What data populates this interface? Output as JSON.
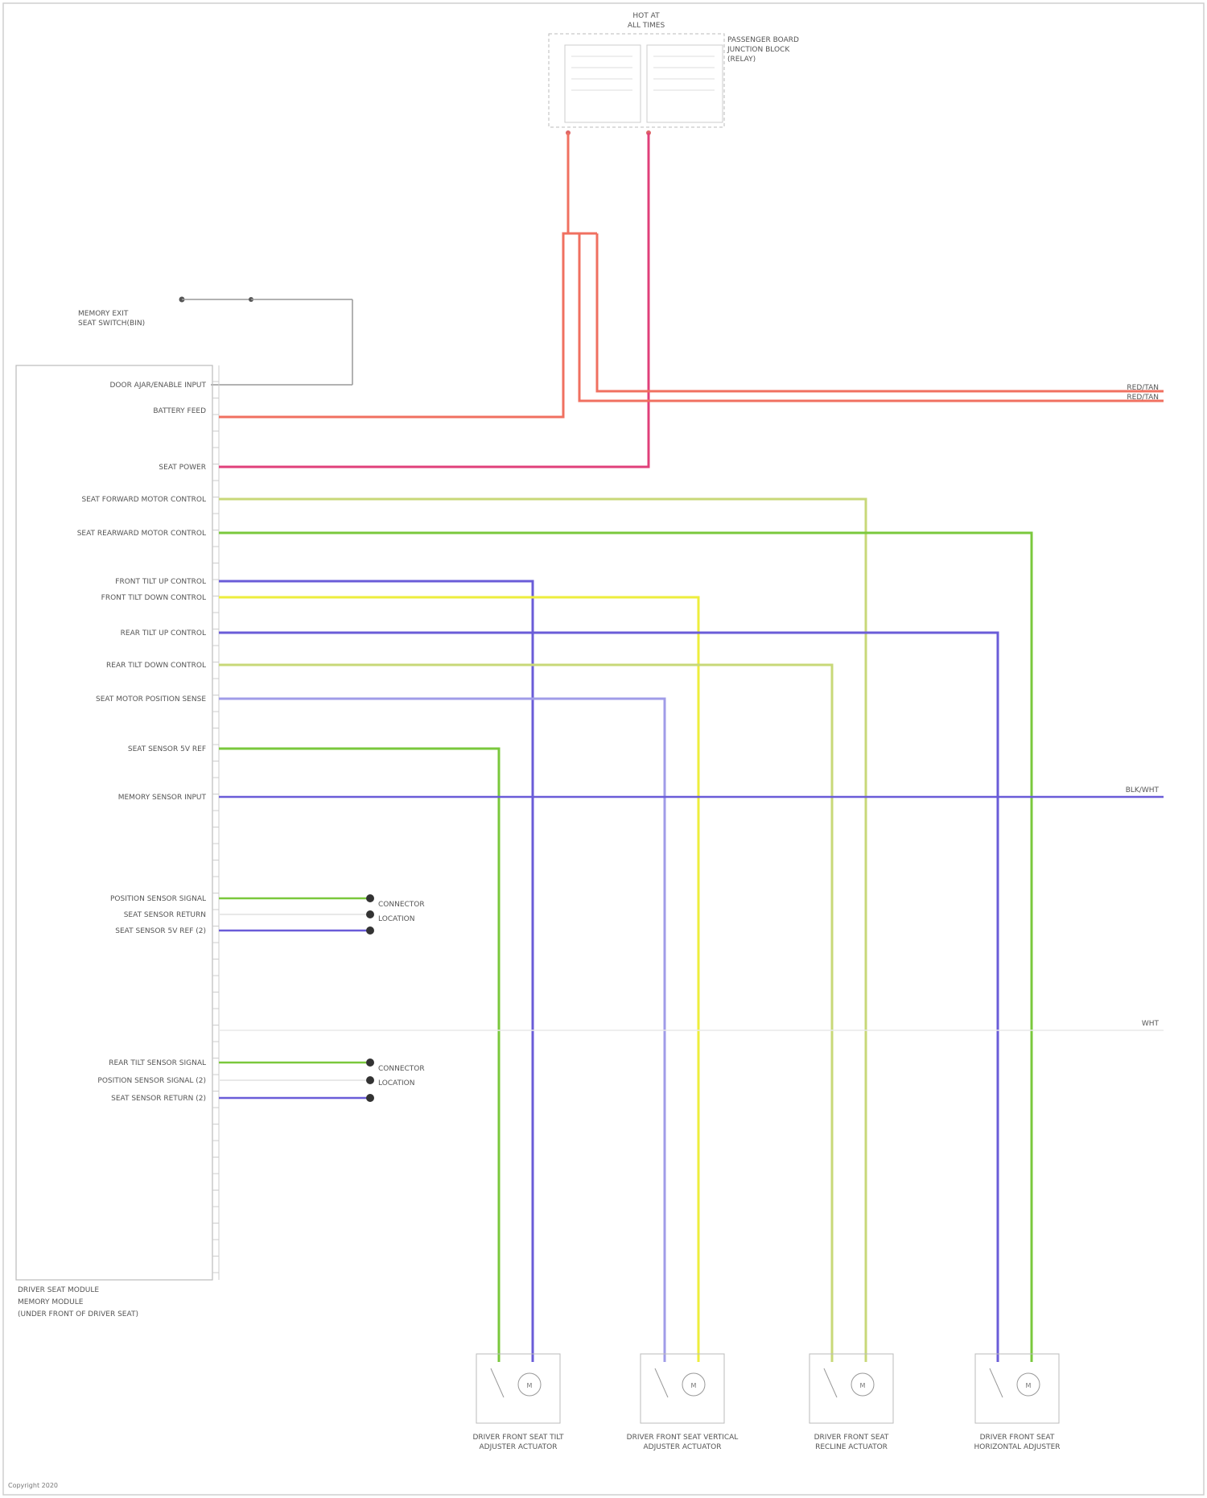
{
  "diagram": {
    "module": {
      "caption": [
        "DRIVER SEAT MODULE",
        "MEMORY MODULE",
        "(UNDER FRONT OF DRIVER SEAT)"
      ]
    },
    "fuse": {
      "title": [
        "HOT AT",
        "ALL TIMES"
      ],
      "side_caption": [
        "PASSENGER BOARD",
        "JUNCTION BLOCK",
        "(RELAY)"
      ]
    },
    "ignition": {
      "label": [
        "MEMORY EXIT",
        "SEAT SWITCH(BIN)"
      ]
    },
    "pin_labels": [
      "DOOR AJAR/ENABLE INPUT",
      "BATTERY FEED",
      "SEAT POWER",
      "SEAT FORWARD MOTOR CONTROL",
      "SEAT REARWARD MOTOR CONTROL",
      "FRONT TILT UP CONTROL",
      "FRONT TILT DOWN CONTROL",
      "REAR TILT UP CONTROL",
      "REAR TILT DOWN CONTROL",
      "SEAT MOTOR POSITION SENSE",
      "SEAT SENSOR 5V REF",
      "MEMORY SENSOR INPUT",
      "POSITION SENSOR SIGNAL",
      "SEAT SENSOR RETURN",
      "SEAT SENSOR 5V REF (2)",
      "REAR TILT SENSOR SIGNAL",
      "POSITION SENSOR SIGNAL (2)",
      "SEAT SENSOR RETURN (2)"
    ],
    "connector_labels": [
      [
        "CONNECTOR",
        "LOCATION"
      ],
      [
        "CONNECTOR",
        "LOCATION"
      ]
    ],
    "right_labels": [
      "RED/TAN",
      "RED/TAN",
      "BLK/WHT",
      "WHT"
    ],
    "motors": [
      [
        "DRIVER FRONT SEAT TILT",
        "ADJUSTER ACTUATOR"
      ],
      [
        "DRIVER FRONT SEAT VERTICAL",
        "ADJUSTER ACTUATOR"
      ],
      [
        "DRIVER FRONT SEAT",
        "RECLINE ACTUATOR"
      ],
      [
        "DRIVER FRONT SEAT",
        "HORIZONTAL ADJUSTER"
      ]
    ],
    "footer": "Copyright 2020",
    "colors": {
      "red": "#f07060",
      "pink": "#e0407a",
      "yellow_green": "#c8d878",
      "green": "#7ac83c",
      "blue": "#6a5cd8",
      "yellow": "#eeee3c",
      "light_blue": "#a09ce8",
      "gray": "#aaaaaa",
      "grid": "#bbbbbb"
    }
  }
}
